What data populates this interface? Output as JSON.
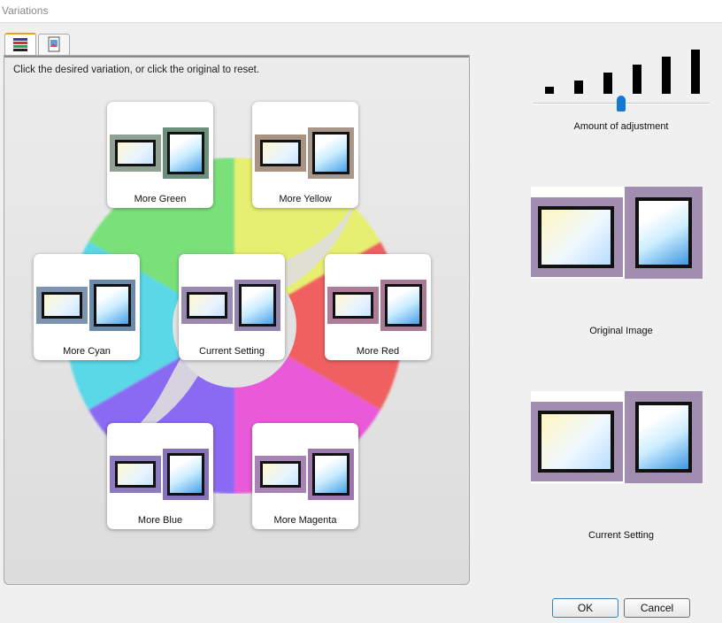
{
  "window": {
    "title": "Variations"
  },
  "tabs": [
    {
      "id": "variations",
      "icon": "color-bars-icon"
    },
    {
      "id": "image",
      "icon": "image-file-icon"
    }
  ],
  "hint": "Click the desired variation, or click the original to reset.",
  "variations": [
    {
      "label": "More Green",
      "tint": "#8fa192",
      "inner": "#6b8f7a",
      "name": "variation-more-green"
    },
    {
      "label": "More Yellow",
      "tint": "#a89282",
      "inner": "#a8968a",
      "name": "variation-more-yellow"
    },
    {
      "label": "More Cyan",
      "tint": "#7d93ae",
      "inner": "#6b8aaa",
      "name": "variation-more-cyan"
    },
    {
      "label": "Current Setting",
      "tint": "#9b8ab0",
      "inner": "#9484ad",
      "name": "variation-current-setting"
    },
    {
      "label": "More Red",
      "tint": "#ac7c98",
      "inner": "#a87a95",
      "name": "variation-more-red"
    },
    {
      "label": "More Blue",
      "tint": "#8d7bc0",
      "inner": "#8572bc",
      "name": "variation-more-blue"
    },
    {
      "label": "More Magenta",
      "tint": "#a881b5",
      "inner": "#9f77af",
      "name": "variation-more-magenta"
    }
  ],
  "adjustment": {
    "label": "Amount of adjustment",
    "levels": 6,
    "selected_level": 3
  },
  "original": {
    "label": "Original Image",
    "tint": "#a08db0"
  },
  "current": {
    "label": "Current Setting",
    "tint": "#a08db0"
  },
  "buttons": {
    "ok": "OK",
    "cancel": "Cancel"
  }
}
